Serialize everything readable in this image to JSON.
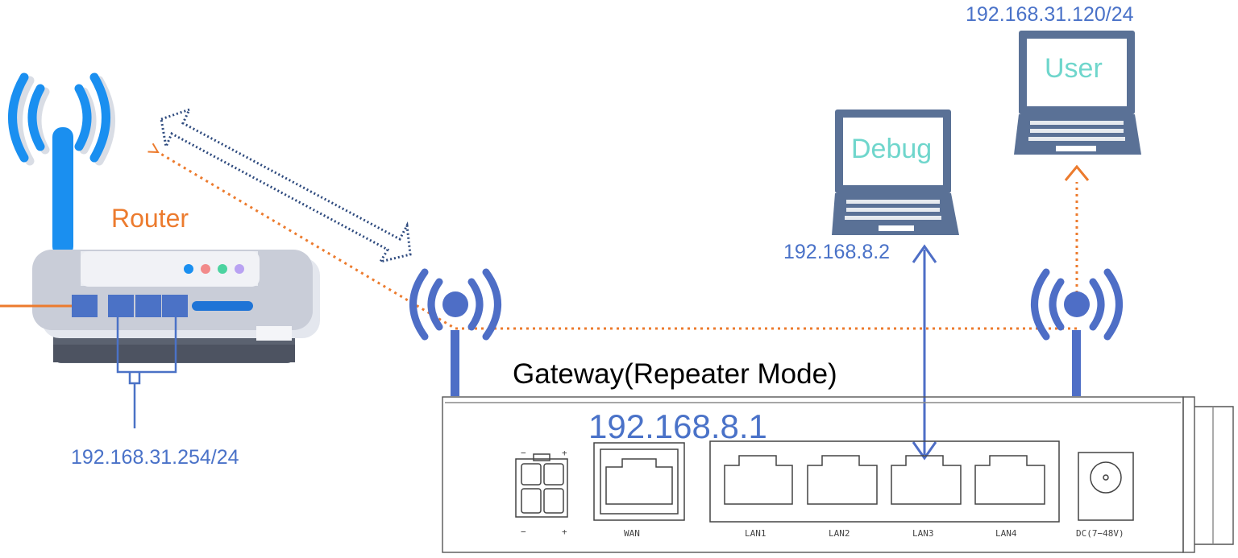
{
  "router": {
    "label": "Router",
    "ip": "192.168.31.254/24"
  },
  "gateway": {
    "title": "Gateway(Repeater Mode)",
    "ip": "192.168.8.1",
    "ports": {
      "power_minus_top": "−",
      "power_plus_top": "+",
      "power_minus_bottom": "−",
      "power_plus_bottom": "+",
      "wan": "WAN",
      "lan1": "LAN1",
      "lan2": "LAN2",
      "lan3": "LAN3",
      "lan4": "LAN4",
      "dc": "DC(7−48V)"
    }
  },
  "debug_laptop": {
    "screen_label": "Debug",
    "ip": "192.168.8.2"
  },
  "user_laptop": {
    "screen_label": "User",
    "ip": "192.168.31.120/24"
  },
  "colors": {
    "router_antenna": "#1a8ff0",
    "router_body": "#c9cdd8",
    "router_base": "#5b6270",
    "port_blue": "#4b72c6",
    "gateway_wifi": "#4e6ec6",
    "orange_link": "#ec7b2e",
    "navy_link": "#2e4a7e",
    "laptop": "#5a7196",
    "screen_text": "#6fd6cc"
  },
  "icons": [
    "wifi-antenna-icon",
    "router-device-icon",
    "laptop-icon",
    "rj45-port-icon",
    "dc-jack-icon"
  ]
}
